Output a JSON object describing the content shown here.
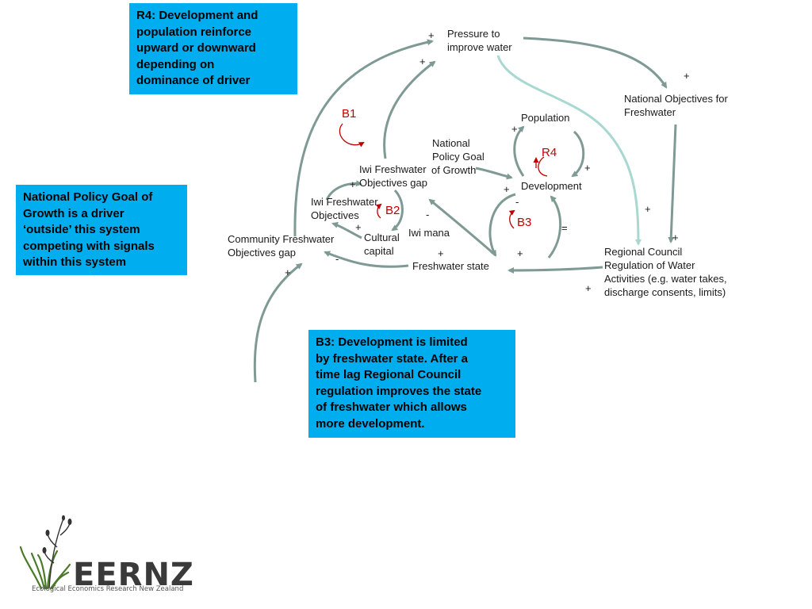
{
  "boxes": {
    "r4": [
      "R4: Development  and",
      "population  reinforce",
      "upward or downward",
      "depending on",
      "dominance of driver"
    ],
    "policy": [
      "National Policy Goal of",
      "Growth is a driver",
      "‘outside’ this system",
      "competing with signals",
      "within this system"
    ],
    "b3": [
      "B3: Development is limited",
      "by freshwater state. After a",
      "time lag Regional Council",
      "regulation improves the state",
      "of freshwater which allows",
      "more development."
    ]
  },
  "nodes": {
    "pressure": [
      "Pressure to",
      "improve water"
    ],
    "national_objectives": [
      "National Objectives for",
      "Freshwater"
    ],
    "population": "Population",
    "national_policy": [
      "National",
      "Policy Goal",
      "of Growth"
    ],
    "iwi_gap": [
      "Iwi Freshwater",
      "Objectives gap"
    ],
    "development": "Development",
    "iwi_objectives": [
      "Iwi Freshwater",
      "Objectives"
    ],
    "iwi_mana": "Iwi mana",
    "cultural_capital": [
      "Cultural",
      "capital"
    ],
    "community_gap": [
      "Community Freshwater",
      "Objectives gap"
    ],
    "freshwater_state": "Freshwater state",
    "regional_council": [
      "Regional Council",
      "Regulation of Water",
      "Activities (e.g. water takes,",
      "discharge consents, limits)"
    ]
  },
  "loops": {
    "b1": "B1",
    "r4": "R4",
    "b2": "B2",
    "b3": "B3"
  },
  "signs": [
    "+",
    "+",
    "+",
    "+",
    "+",
    "+",
    "+",
    "+",
    "-",
    "+",
    "+",
    "-",
    "=",
    "+",
    "+",
    "+",
    "-",
    "+",
    "+",
    "+"
  ],
  "logo": {
    "name": "EERNZ",
    "subtitle": "Ecological Economics Research New Zealand"
  },
  "colors": {
    "box": "#00AEEF",
    "link": "#7F9A95",
    "link_light": "#A8D8D0",
    "loop": "#C00000"
  }
}
